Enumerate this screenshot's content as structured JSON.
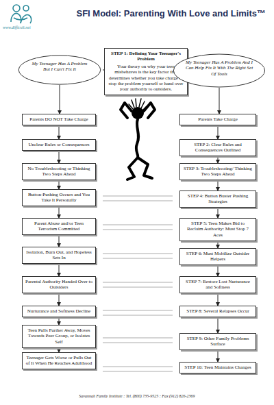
{
  "diagram": {
    "title": "SFI Model: Parenting With Love and Limits™",
    "nodes": [
      {
        "text": [
          "STEP 1: Defining Your Teenager's Problem",
          "Your theory on why your teen misbehaves is the key factor that determines whether you take charge to stop the problem yourself or hand over your authority to outsiders."
        ]
      },
      {
        "text": [
          "My Teenager Has A Problem But I Can't Fix It"
        ]
      },
      {
        "text": [
          "My Teenager Has A Problem And I Can Help Fix It With The Right Set Of Tools"
        ]
      },
      {
        "text": [
          "Parents DO NOT Take Charge"
        ]
      },
      {
        "text": [
          "Unclear Rules or Consequences"
        ]
      },
      {
        "text": [
          "No Troubleshooting or Thinking Two Steps Ahead"
        ]
      },
      {
        "text": [
          "Button-Pushing Occurs and You Take It Personally"
        ]
      },
      {
        "text": [
          "Parent Abuse and/or Teen Terrorism Committed"
        ]
      },
      {
        "text": [
          "Isolation, Burn Out, and Hopeless Sets In"
        ]
      },
      {
        "text": [
          "Parental Authority Handed Over to Outsiders"
        ]
      },
      {
        "text": [
          "Nurturance and Softness Decline"
        ]
      },
      {
        "text": [
          "Teen Pulls Further Away, Moves Towards Peer Group, or Isolates Self"
        ]
      },
      {
        "text": [
          "Teenager Gets Worse or Pulls Out of It When He Reaches Adulthood"
        ]
      },
      {
        "text": [
          "Parents Take Charge"
        ]
      },
      {
        "text": [
          "STEP 2: Clear Rules and Consequences Outlined"
        ]
      },
      {
        "text": [
          "STEP 3: Troubleshooting/ Thinking Two Steps Ahead"
        ]
      },
      {
        "text": [
          "STEP 4: Button Buster Pushing Strategies"
        ]
      },
      {
        "text": [
          "STEP 5: Teen Makes Bid to Reclaim Authority: Must Stop 7 Aces"
        ]
      },
      {
        "text": [
          "STEP 6: Must Mobilize Outsider Helpers"
        ]
      },
      {
        "text": [
          "STEP 7: Restore Lost Nurturance and Softness"
        ]
      },
      {
        "text": [
          "STEP 8: Several Relapses Occur"
        ]
      },
      {
        "text": [
          "STEP 9: Other Family Problems Surface"
        ]
      },
      {
        "text": [
          "STEP 10: Teen Maintains Changes"
        ]
      }
    ],
    "edges": [
      {
        "from": 0,
        "to": 1,
        "arrow": "none"
      },
      {
        "from": 0,
        "to": 2,
        "arrow": "none"
      },
      {
        "from": 1,
        "to": 3,
        "arrow": "to"
      },
      {
        "from": 3,
        "to": 4,
        "arrow": "to"
      },
      {
        "from": 4,
        "to": 5,
        "arrow": "to"
      },
      {
        "from": 5,
        "to": 6,
        "arrow": "to"
      },
      {
        "from": 6,
        "to": 7,
        "arrow": "to"
      },
      {
        "from": 7,
        "to": 8,
        "arrow": "to"
      },
      {
        "from": 8,
        "to": 9,
        "arrow": "to"
      },
      {
        "from": 9,
        "to": 10,
        "arrow": "to"
      },
      {
        "from": 10,
        "to": 11,
        "arrow": "to"
      },
      {
        "from": 11,
        "to": 12,
        "arrow": "to"
      },
      {
        "from": 2,
        "to": 13,
        "arrow": "to"
      },
      {
        "from": 13,
        "to": 14,
        "arrow": "to"
      },
      {
        "from": 14,
        "to": 15,
        "arrow": "to"
      },
      {
        "from": 15,
        "to": 16,
        "arrow": "to"
      },
      {
        "from": 16,
        "to": 17,
        "arrow": "to"
      },
      {
        "from": 17,
        "to": 18,
        "arrow": "to"
      },
      {
        "from": 18,
        "to": 19,
        "arrow": "to"
      },
      {
        "from": 19,
        "to": 20,
        "arrow": "to"
      },
      {
        "from": 20,
        "to": 21,
        "arrow": "to"
      },
      {
        "from": 21,
        "to": 22,
        "arrow": "to"
      }
    ],
    "labels": [
      "www.difficult.net",
      "Savannah Family Institute : Tel. (800) 735-9525 : Fax (912) 826-2369"
    ]
  }
}
